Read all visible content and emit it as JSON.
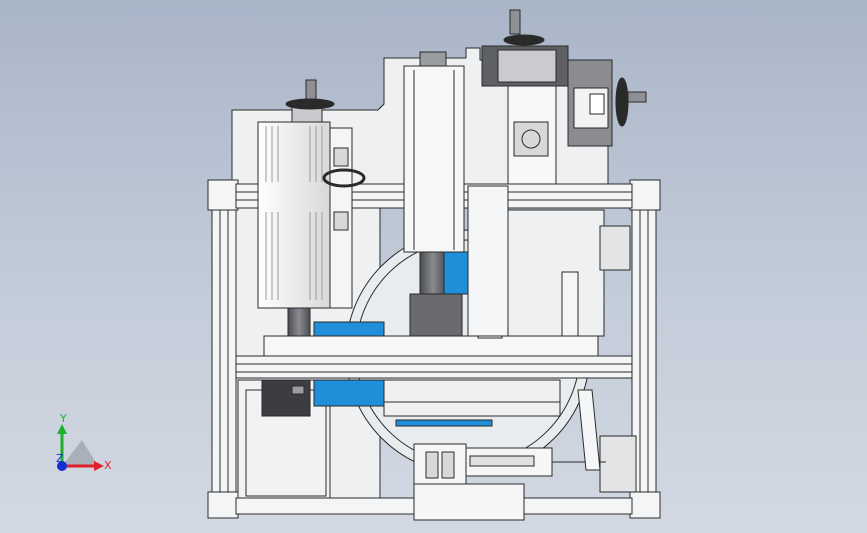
{
  "scene": {
    "description_visible": false
  },
  "colors": {
    "background_top": "#a9b5c8",
    "background_bottom": "#d3d9e3",
    "frame_face": "#f4f5f6",
    "frame_line": "#2a2a2a",
    "accent_blue": "#1e8fd8",
    "motor_dark": "#5f6064",
    "axis_x": "#e0202a",
    "axis_y": "#1fb02a",
    "axis_z": "#1530d0"
  },
  "icons": {
    "triad": "coordinate-triad-icon",
    "handwheel": "handwheel-icon"
  },
  "triad": {
    "x_label": "X",
    "y_label": "Y",
    "z_label": "Z"
  }
}
